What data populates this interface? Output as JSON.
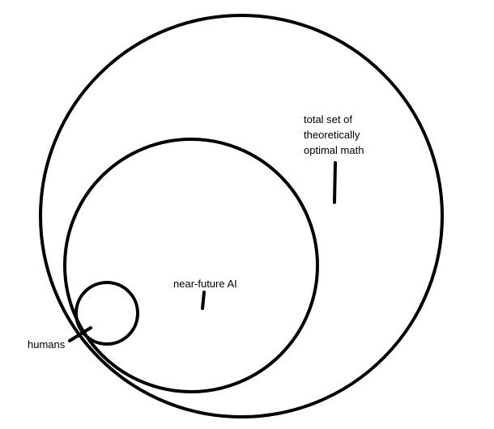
{
  "diagram": {
    "sets": [
      {
        "id": "outer",
        "label_lines": [
          "total set of",
          "theoretically",
          "optimal math"
        ]
      },
      {
        "id": "middle",
        "label_lines": [
          "near-future AI"
        ]
      },
      {
        "id": "inner",
        "label_lines": [
          "humans"
        ]
      }
    ],
    "stroke_color": "#000000",
    "background": "#ffffff"
  }
}
